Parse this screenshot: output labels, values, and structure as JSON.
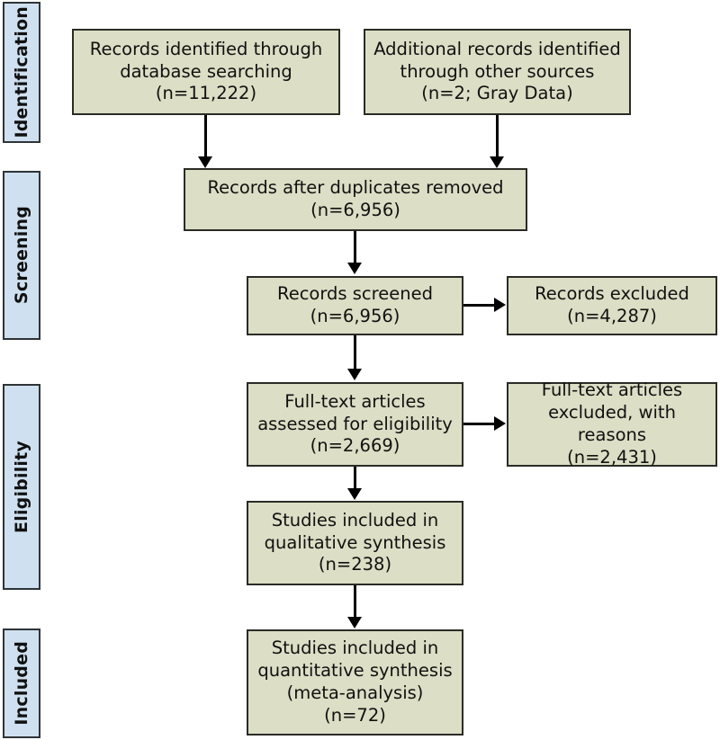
{
  "diagram": {
    "type": "prisma-flow-diagram",
    "colors": {
      "node_fill": "#dcdec5",
      "node_border": "#2b2b26",
      "stage_fill": "#cfe0f0",
      "stage_border": "#2f3437",
      "connector": "#000000",
      "background": "#ffffff"
    },
    "stages": [
      {
        "id": "identification",
        "label": "Identification"
      },
      {
        "id": "screening",
        "label": "Screening"
      },
      {
        "id": "eligibility",
        "label": "Eligibility"
      },
      {
        "id": "included",
        "label": "Included"
      }
    ],
    "nodes": [
      {
        "id": "records-identified-database",
        "text": "Records identified through\ndatabase searching\n(n=11,222)",
        "count": 11222
      },
      {
        "id": "records-identified-other",
        "text": "Additional records identified\nthrough other sources\n(n=2; Gray Data)",
        "count": 2
      },
      {
        "id": "records-after-duplicates",
        "text": "Records after duplicates removed\n(n=6,956)",
        "count": 6956
      },
      {
        "id": "records-screened",
        "text": "Records screened\n(n=6,956)",
        "count": 6956
      },
      {
        "id": "records-excluded",
        "text": "Records excluded\n(n=4,287)",
        "count": 4287
      },
      {
        "id": "fulltext-assessed",
        "text": "Full-text articles\nassessed for eligibility\n(n=2,669)",
        "count": 2669
      },
      {
        "id": "fulltext-excluded",
        "text": "Full-text articles\nexcluded, with reasons\n(n=2,431)",
        "count": 2431
      },
      {
        "id": "studies-qualitative",
        "text": "Studies included in\nqualitative synthesis\n(n=238)",
        "count": 238
      },
      {
        "id": "studies-quantitative",
        "text": "Studies included in\nquantitative synthesis\n(meta-analysis)\n(n=72)",
        "count": 72
      }
    ],
    "edges": [
      {
        "id": "edge-database-to-duplicates",
        "from": "records-identified-database",
        "to": "records-after-duplicates",
        "direction": "down"
      },
      {
        "id": "edge-other-to-duplicates",
        "from": "records-identified-other",
        "to": "records-after-duplicates",
        "direction": "down"
      },
      {
        "id": "edge-duplicates-to-screened",
        "from": "records-after-duplicates",
        "to": "records-screened",
        "direction": "down"
      },
      {
        "id": "edge-screened-to-excluded",
        "from": "records-screened",
        "to": "records-excluded",
        "direction": "right"
      },
      {
        "id": "edge-screened-to-fulltext",
        "from": "records-screened",
        "to": "fulltext-assessed",
        "direction": "down"
      },
      {
        "id": "edge-fulltext-to-excluded",
        "from": "fulltext-assessed",
        "to": "fulltext-excluded",
        "direction": "right"
      },
      {
        "id": "edge-fulltext-to-qualitative",
        "from": "fulltext-assessed",
        "to": "studies-qualitative",
        "direction": "down"
      },
      {
        "id": "edge-qualitative-to-quantitative",
        "from": "studies-qualitative",
        "to": "studies-quantitative",
        "direction": "down"
      }
    ]
  }
}
